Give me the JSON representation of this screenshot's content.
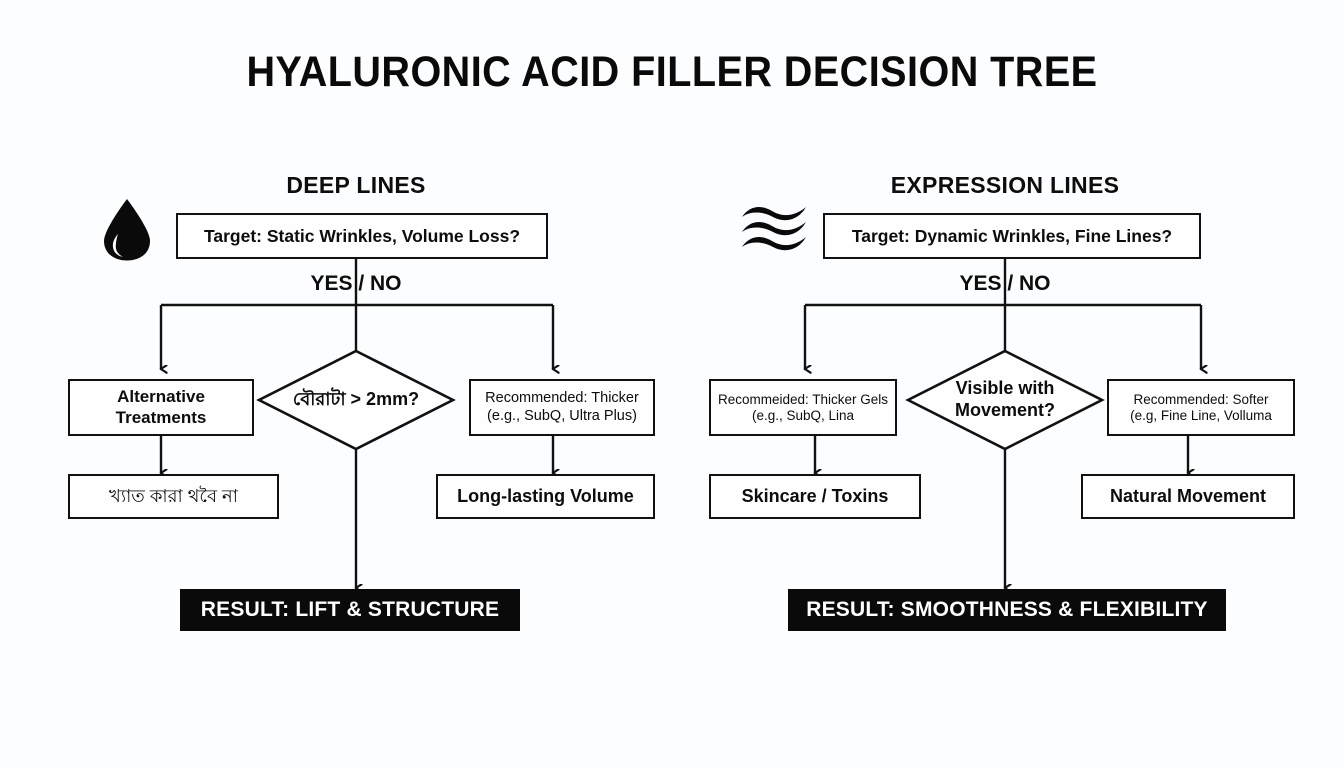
{
  "page": {
    "title": "HYALURONIC ACID FILLER DECISION TREE",
    "background_color": "#fcfdfe",
    "ink_color": "#0d0d0d",
    "result_bar_color": "#0a0a0a",
    "result_text_color": "#ffffff"
  },
  "branches": {
    "left": {
      "header": "DEEP LINES",
      "icon": "water-droplet-icon",
      "target_question": "Target: Static Wrinkles, Volume Loss?",
      "branch_label": "YES / NO",
      "no_path": {
        "option": "Alternative\nTreatments",
        "option_line1": "Alternative",
        "option_line2": "Treatments",
        "outcome": "খ্যাত কারা থবৈ না"
      },
      "decision": "বৌরাটা > 2mm?",
      "yes_path": {
        "option_line1": "Recommended: Thicker",
        "option_line2": "(e.g., SubQ, Ultra Plus)",
        "outcome": "Long-lasting Volume"
      },
      "result": "RESULT: LIFT & STRUCTURE"
    },
    "right": {
      "header": "EXPRESSION LINES",
      "icon": "waves-icon",
      "target_question": "Target: Dynamic Wrinkles, Fine Lines?",
      "branch_label": "YES / NO",
      "no_path": {
        "option_line1": "Recommeided: Thicker Gels",
        "option_line2": "(e.g., SubQ, Lina",
        "outcome": "Skincare / Toxins"
      },
      "decision_line1": "Visible with",
      "decision_line2": "Movement?",
      "yes_path": {
        "option_line1": "Recommended: Softer",
        "option_line2": "(e.g, Fine Line, Volluma",
        "outcome": "Natural Movement"
      },
      "result": "RESULT: SMOOTHNESS & FLEXIBILITY"
    }
  }
}
